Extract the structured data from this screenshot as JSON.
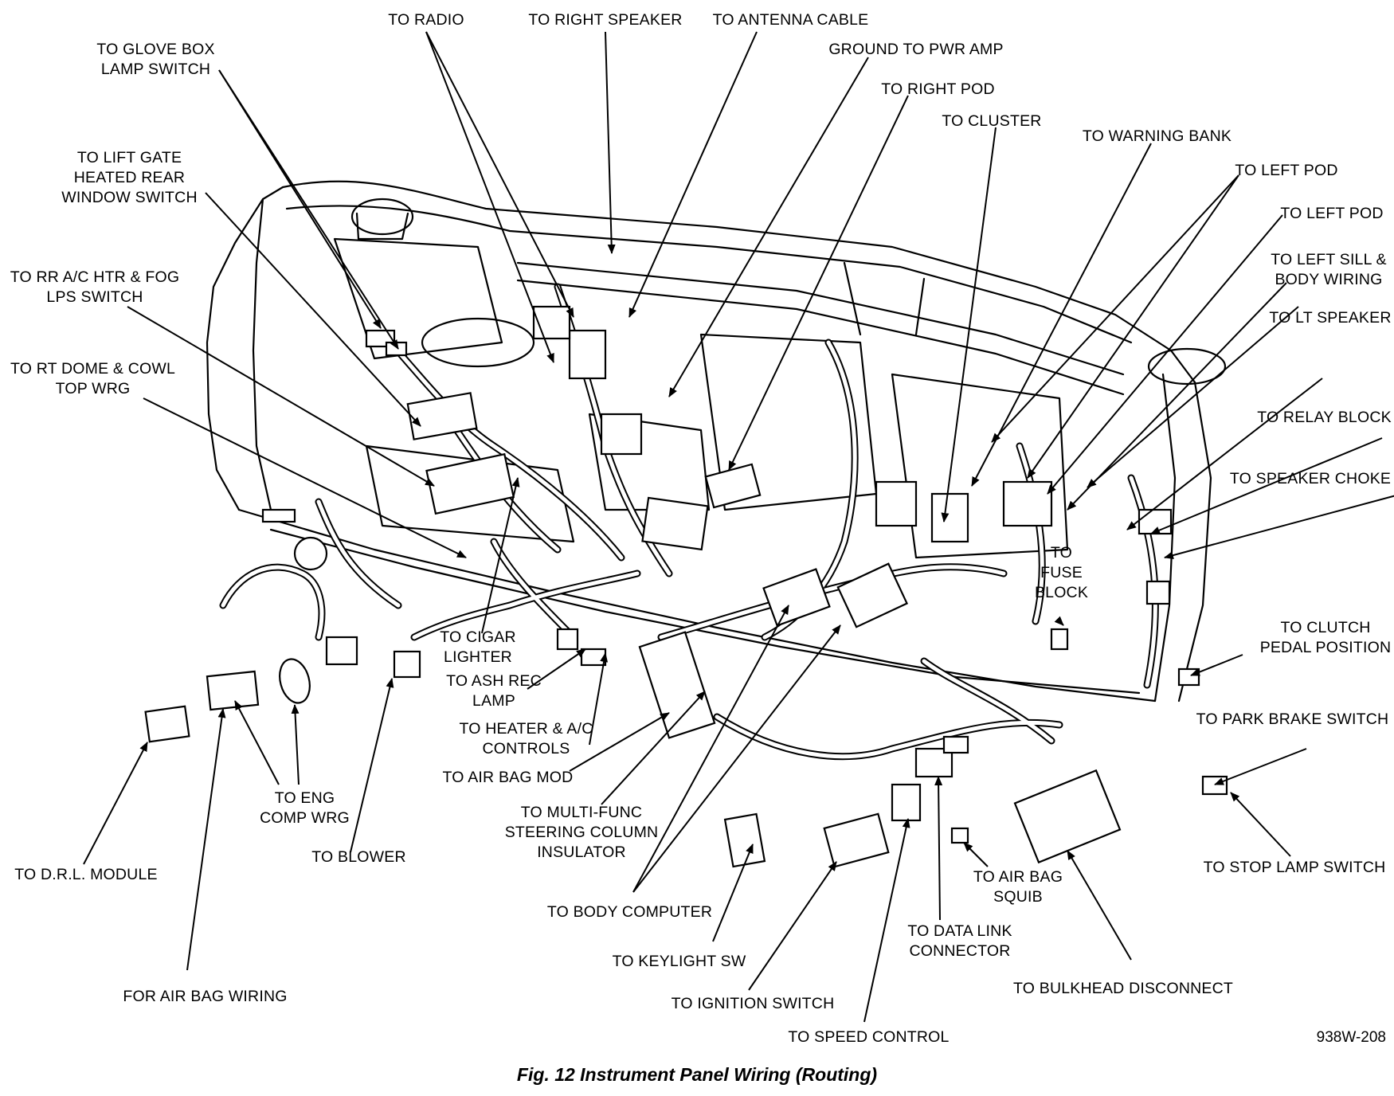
{
  "caption": "Fig. 12 Instrument Panel Wiring (Routing)",
  "figure_code": "938W-208",
  "labels": [
    {
      "id": "radio",
      "lines": [
        "TO RADIO"
      ]
    },
    {
      "id": "right-speaker",
      "lines": [
        "TO RIGHT SPEAKER"
      ]
    },
    {
      "id": "antenna-cable",
      "lines": [
        "TO ANTENNA CABLE"
      ]
    },
    {
      "id": "glove-box",
      "lines": [
        "TO GLOVE BOX",
        "LAMP SWITCH"
      ]
    },
    {
      "id": "pwr-amp",
      "lines": [
        "GROUND TO PWR AMP"
      ]
    },
    {
      "id": "right-pod",
      "lines": [
        "TO RIGHT POD"
      ]
    },
    {
      "id": "cluster",
      "lines": [
        "TO CLUSTER"
      ]
    },
    {
      "id": "warning-bank",
      "lines": [
        "TO WARNING BANK"
      ]
    },
    {
      "id": "left-pod-1",
      "lines": [
        "TO LEFT POD"
      ]
    },
    {
      "id": "lift-gate",
      "lines": [
        "TO LIFT GATE",
        "HEATED REAR",
        "WINDOW SWITCH"
      ]
    },
    {
      "id": "left-pod-2",
      "lines": [
        "TO LEFT POD"
      ]
    },
    {
      "id": "left-sill",
      "lines": [
        "TO LEFT SILL &",
        "BODY WIRING"
      ]
    },
    {
      "id": "rr-ac",
      "lines": [
        "TO RR A/C HTR & FOG",
        "LPS SWITCH"
      ]
    },
    {
      "id": "lt-speaker",
      "lines": [
        "TO LT SPEAKER"
      ]
    },
    {
      "id": "rt-dome",
      "lines": [
        "TO RT DOME & COWL",
        "TOP WRG"
      ]
    },
    {
      "id": "relay-block",
      "lines": [
        "TO RELAY BLOCK"
      ]
    },
    {
      "id": "speaker-choke",
      "lines": [
        "TO SPEAKER CHOKE"
      ]
    },
    {
      "id": "fuse-block",
      "lines": [
        "TO",
        "FUSE",
        "BLOCK"
      ]
    },
    {
      "id": "clutch",
      "lines": [
        "TO CLUTCH",
        "PEDAL POSITION"
      ]
    },
    {
      "id": "cigar",
      "lines": [
        "TO CIGAR",
        "LIGHTER"
      ]
    },
    {
      "id": "ash-rec",
      "lines": [
        "TO ASH REC",
        "LAMP"
      ]
    },
    {
      "id": "heater-ac",
      "lines": [
        "TO HEATER & A/C",
        "CONTROLS"
      ]
    },
    {
      "id": "park-brake",
      "lines": [
        "TO PARK BRAKE SWITCH"
      ]
    },
    {
      "id": "air-bag-mod",
      "lines": [
        "TO AIR BAG MOD"
      ]
    },
    {
      "id": "eng-comp",
      "lines": [
        "TO ENG",
        "COMP WRG"
      ]
    },
    {
      "id": "multi-func",
      "lines": [
        "TO MULTI-FUNC",
        "STEERING COLUMN",
        "INSULATOR"
      ]
    },
    {
      "id": "blower",
      "lines": [
        "TO BLOWER"
      ]
    },
    {
      "id": "drl",
      "lines": [
        "TO D.R.L. MODULE"
      ]
    },
    {
      "id": "stop-lamp",
      "lines": [
        "TO STOP LAMP SWITCH"
      ]
    },
    {
      "id": "air-bag-squib",
      "lines": [
        "TO AIR BAG",
        "SQUIB"
      ]
    },
    {
      "id": "body-computer",
      "lines": [
        "TO BODY COMPUTER"
      ]
    },
    {
      "id": "data-link",
      "lines": [
        "TO DATA LINK",
        "CONNECTOR"
      ]
    },
    {
      "id": "keylight",
      "lines": [
        "TO KEYLIGHT SW"
      ]
    },
    {
      "id": "bulkhead",
      "lines": [
        "TO BULKHEAD DISCONNECT"
      ]
    },
    {
      "id": "air-bag-wiring",
      "lines": [
        "FOR AIR BAG WIRING"
      ]
    },
    {
      "id": "ignition",
      "lines": [
        "TO IGNITION SWITCH"
      ]
    },
    {
      "id": "speed-control",
      "lines": [
        "TO SPEED CONTROL"
      ]
    }
  ]
}
